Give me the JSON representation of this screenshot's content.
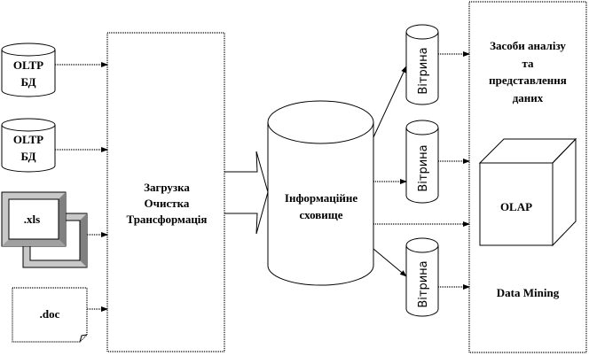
{
  "sources": {
    "oltp1": [
      "OLTP",
      "БД"
    ],
    "oltp2": [
      "OLTP",
      "БД"
    ],
    "xls": ".xls",
    "doc": ".doc"
  },
  "etl": [
    "Загрузка",
    "Очистка",
    "Трансформація"
  ],
  "warehouse": [
    "Інформаційне",
    "сховище"
  ],
  "marts": [
    "Вітрина",
    "Вітрина",
    "Вітрина"
  ],
  "tools": {
    "title": [
      "Засоби аналізу",
      "та",
      "представлення",
      "даних"
    ],
    "olap": "OLAP",
    "data_mining": "Data Mining"
  },
  "colors": {
    "shade": "#c8c8c8",
    "dark": "#808080"
  }
}
